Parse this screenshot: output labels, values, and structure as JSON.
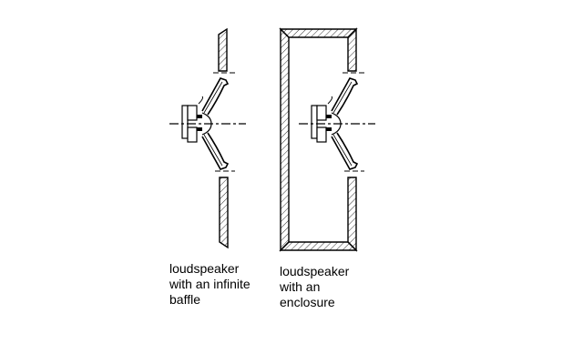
{
  "captions": {
    "infinite_baffle": [
      "loudspeaker",
      "with an infinite",
      "baffle"
    ],
    "enclosure": [
      "loudspeaker",
      "with an",
      "enclosure"
    ]
  },
  "colors": {
    "line": "#000000",
    "background": "#ffffff"
  }
}
